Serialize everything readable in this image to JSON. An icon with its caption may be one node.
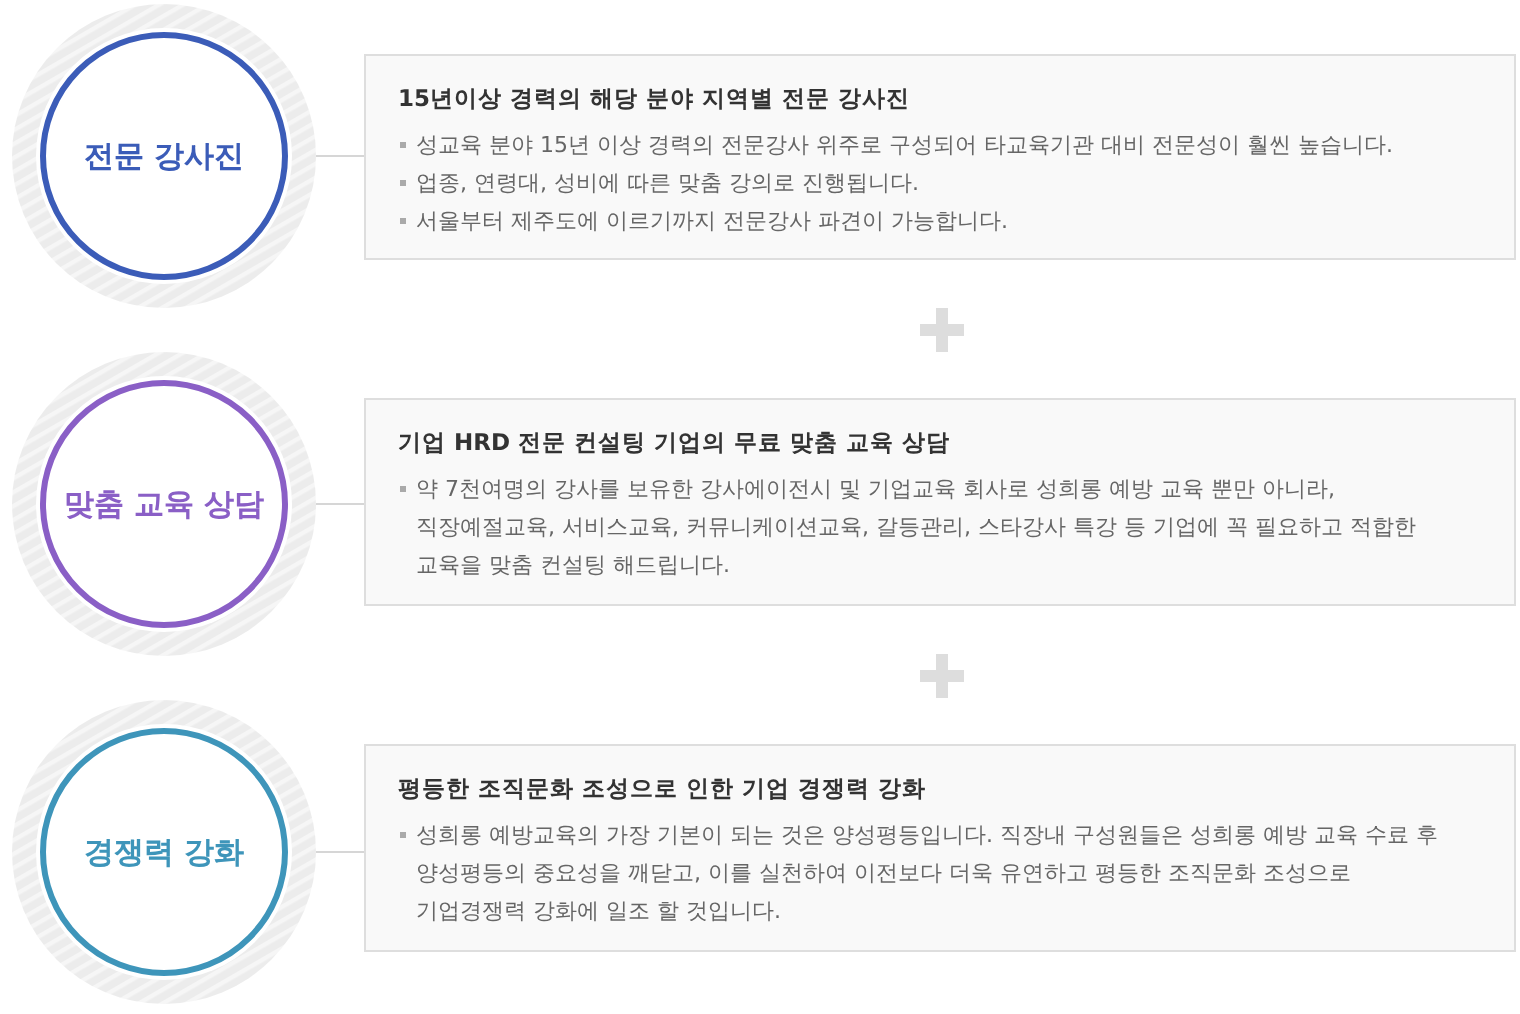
{
  "diagram": {
    "nodes": [
      {
        "text": [
          "전문 강사진"
        ]
      },
      {
        "text": [
          "15년이상 경력의 해당 분야 지역별 전문 강사진",
          "성교육 분야 15년 이상 경력의 전문강사 위주로 구성되어 타교육기관 대비 전문성이 훨씬 높습니다.",
          "업종, 연령대, 성비에 따른 맞춤 강의로 진행됩니다.",
          "서울부터 제주도에 이르기까지 전문강사 파견이 가능합니다."
        ]
      },
      {
        "text": [
          "맞춤 교육 상담"
        ]
      },
      {
        "text": [
          "기업 HRD 전문 컨설팅 기업의 무료 맞춤 교육 상담",
          "약 7천여명의 강사를 보유한 강사에이전시 및 기업교육 회사로 성희롱 예방 교육 뿐만 아니라, 직장예절교육, 서비스교육, 커뮤니케이션교육, 갈등관리, 스타강사 특강 등 기업에 꼭 필요하고 적합한 교육을 맞춤 컨설팅 해드립니다."
        ]
      },
      {
        "text": [
          "경쟁력 강화"
        ]
      },
      {
        "text": [
          "평등한 조직문화 조성으로 인한 기업 경쟁력 강화",
          "성희롱 예방교육의 가장 기본이 되는 것은 양성평등입니다. 직장내 구성원들은 성희롱 예방 교육 수료 후 양성평등의 중요성을 깨닫고, 이를 실천하여 이전보다 더욱 유연하고 평등한 조직문화 조성으로 기업경쟁력 강화에 일조 할 것입니다."
        ]
      }
    ],
    "edges": [
      {
        "from": 0,
        "to": 1,
        "arrow": "none"
      },
      {
        "from": 2,
        "to": 3,
        "arrow": "none"
      },
      {
        "from": 4,
        "to": 5,
        "arrow": "none"
      }
    ]
  }
}
